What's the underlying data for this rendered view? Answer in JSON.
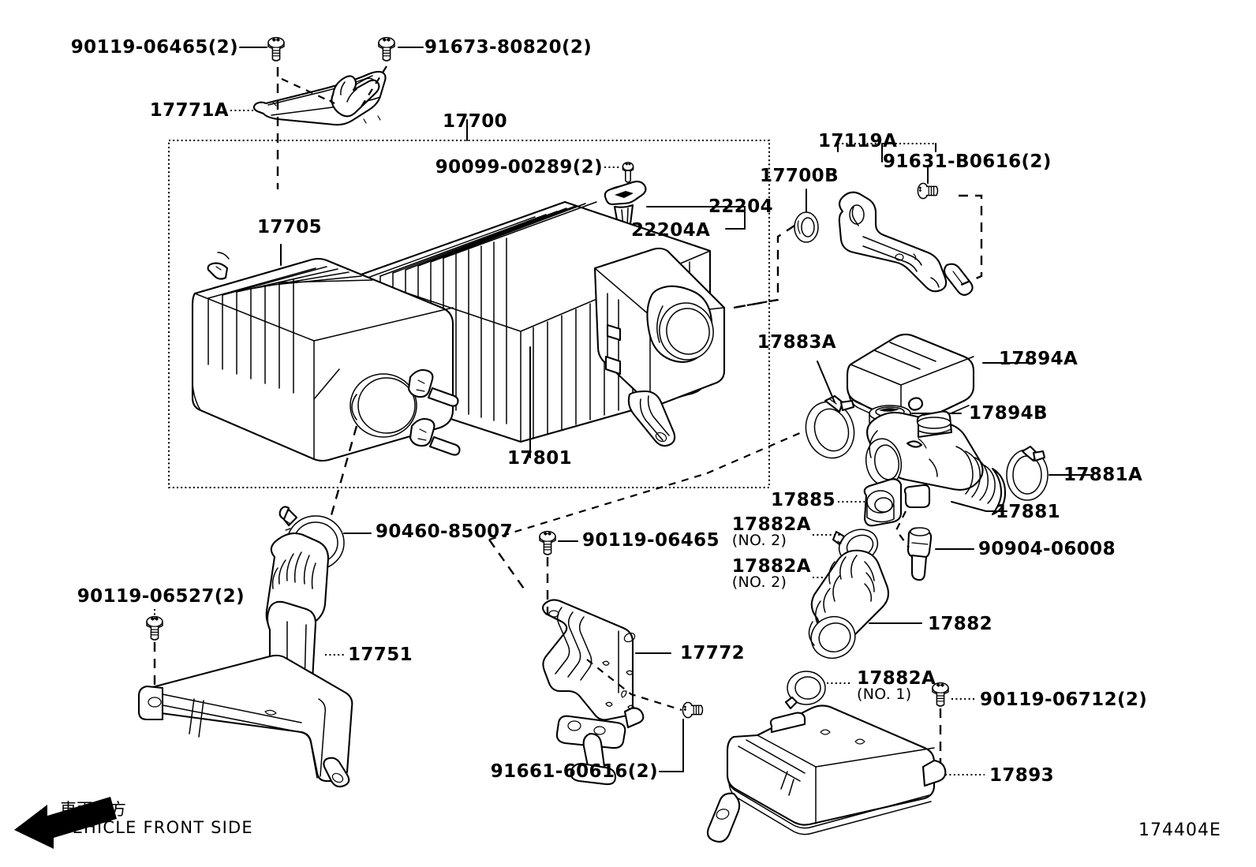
{
  "diagram": {
    "code": "174404E",
    "front_indicator_jp": "車両前方",
    "front_indicator_en": "VEHICLE FRONT SIDE",
    "group_box_label": "17700"
  },
  "labels": {
    "bolt_top_left": "90119-06465(2)",
    "bolt_top_right": "91673-80820(2)",
    "bracket_inlet": "17771A",
    "assembly_group": "17700",
    "maf_screw": "90099-00289(2)",
    "maf_sensor_group": "22204",
    "maf_gasket": "22204A",
    "case_cover": "17705",
    "air_filter_element": "17801",
    "grommet": "17700B",
    "bracket_17119A": "17119A",
    "bolt_91631": "91631-B0616(2)",
    "clamp_17883A": "17883A",
    "resonator_cover": "17894A",
    "resonator_seal": "17894B",
    "clamp_17881A": "17881A",
    "air_hose_17881": "17881",
    "hose_17885": "17885",
    "clamp_17882A_no2_upper": "17882A",
    "clamp_17882A_no2_upper_sub": "(NO. 2)",
    "clamp_17882A_no2_lower": "17882A",
    "clamp_17882A_no2_lower_sub": "(NO. 2)",
    "valve_90904": "90904-06008",
    "air_hose_17882": "17882",
    "clamp_17882A_no1": "17882A",
    "clamp_17882A_no1_sub": "(NO. 1)",
    "bolt_90119_06712": "90119-06712(2)",
    "resonator_17893": "17893",
    "clamp_90460": "90460-85007",
    "bolt_90119_06527": "90119-06527(2)",
    "inlet_duct_17751": "17751",
    "bolt_90119_06465_mid": "90119-06465",
    "bracket_17772": "17772",
    "bolt_91661": "91661-60616(2)"
  }
}
